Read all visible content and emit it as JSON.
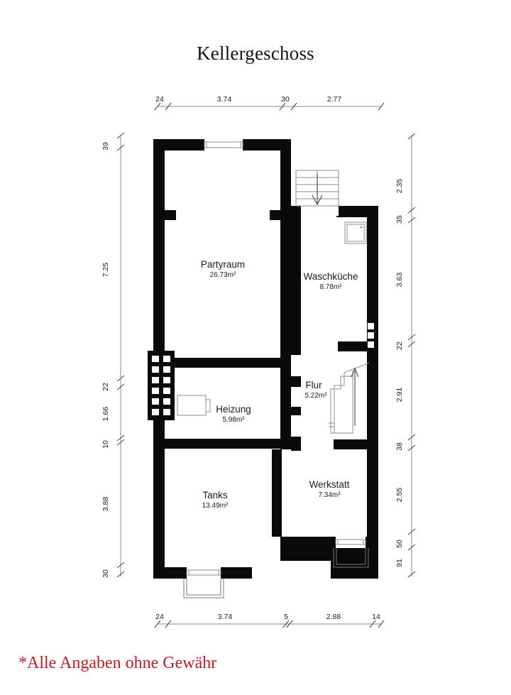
{
  "header": {
    "title": "Kellergeschoss"
  },
  "footer": {
    "disclaimer": "*Alle Angaben ohne Gewähr"
  },
  "colors": {
    "wall": "#0a0a0a",
    "background": "#ffffff",
    "disclaimer": "#b4202a",
    "dimension_line": "#8a8a8a",
    "text": "#1a1a1a"
  },
  "plan": {
    "floor_label": "Kellergeschoss",
    "unit_note": "m²",
    "rooms": [
      {
        "id": "partyraum",
        "name": "Partyraum",
        "area": "26.73m²"
      },
      {
        "id": "waschkueche",
        "name": "Waschküche",
        "area": "8.78m²"
      },
      {
        "id": "flur",
        "name": "Flur",
        "area": "5.22m²"
      },
      {
        "id": "heizung",
        "name": "Heizung",
        "area": "5.98m²"
      },
      {
        "id": "tanks",
        "name": "Tanks",
        "area": "13.49m²"
      },
      {
        "id": "werkstatt",
        "name": "Werkstatt",
        "area": "7.34m²"
      }
    ],
    "fixtures": [
      {
        "id": "stairs-down",
        "label": "stairs-down-arrow"
      },
      {
        "id": "stairs-up",
        "label": "stairs-up-arrow"
      },
      {
        "id": "boiler",
        "label": "boiler"
      },
      {
        "id": "chimney",
        "label": "chimney-block"
      },
      {
        "id": "sink",
        "label": "waschkueche-fixture"
      }
    ],
    "dimensions": {
      "top": [
        "24",
        "3.74",
        "30",
        "2.77"
      ],
      "bottom": [
        "24",
        "3.74",
        "5",
        "2.88",
        "14"
      ],
      "left": [
        "39",
        "7.25",
        "22",
        "1.66",
        "10",
        "3.88",
        "30"
      ],
      "right": [
        "2.35",
        "35",
        "3.63",
        "22",
        "2.91",
        "38",
        "2.55",
        "50",
        "91"
      ]
    }
  }
}
